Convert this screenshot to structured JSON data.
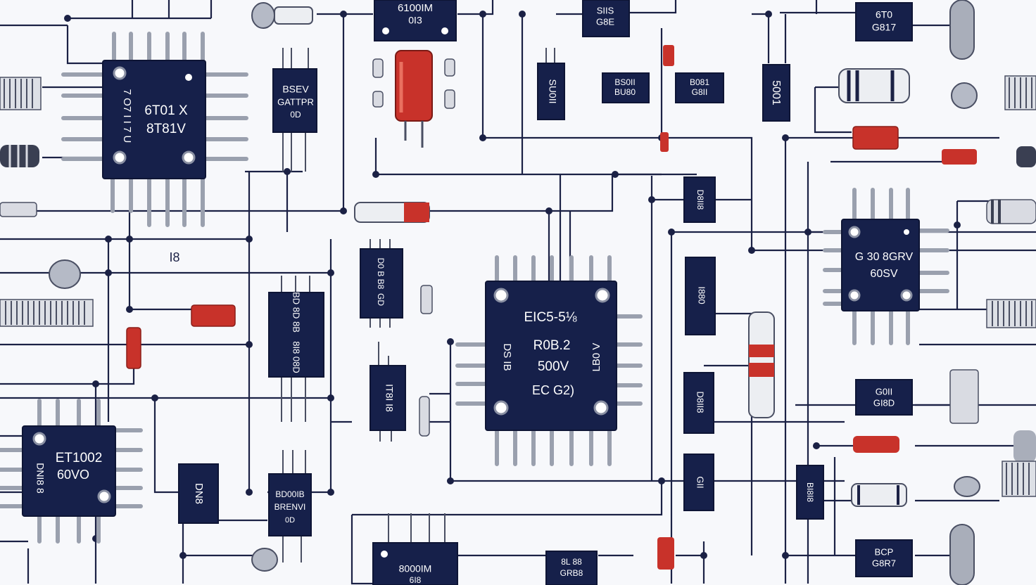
{
  "colors": {
    "background": "#f7f8fb",
    "wire": "#1b2145",
    "chip": "#16204a",
    "chip_text": "#ffffff",
    "resistor_red": "#c8322a",
    "metal": "#9aa0ae"
  },
  "ics": {
    "top_left": {
      "lines": [
        "6T01 X",
        "8T81V"
      ],
      "side": "7 O7 I I 7 U"
    },
    "center": {
      "title": "EIC5-5⅛",
      "lines": [
        "R0B.2",
        "500V",
        "EC  G2)"
      ],
      "side_left": "DS IB",
      "side_right": "LB0 V"
    },
    "bottom_left": {
      "lines": [
        "ET1002",
        "60VO"
      ],
      "side": "DNI8 8"
    },
    "right": {
      "lines": [
        "G 30 8GRV",
        "60SV"
      ]
    }
  },
  "labels": {
    "top_center": [
      "6100IM",
      "0I3"
    ],
    "top_c2": [
      "SIIS",
      "G8E"
    ],
    "top_right": [
      "6T0",
      "G817"
    ],
    "bsev": [
      "BSEV",
      "GATTPR",
      "0D"
    ],
    "mid_a": [
      "BS0II",
      "BU80"
    ],
    "mid_b": [
      "B081",
      "G8II"
    ],
    "v5": "5001",
    "v_left": "SU0II",
    "v_small": "D8II8",
    "mid_left1": [
      "D0 B",
      "B8",
      "GD"
    ],
    "dual_top": "BD 8D 8B",
    "dual_bot": "8I8 08D",
    "v_mid": "IT8I I8",
    "v_right1": "I880",
    "v_right2": "D8II8",
    "v_right3": "GII",
    "bottom_a": "DN8",
    "bottom_b": [
      "BD00IB",
      "BRENVI",
      "0D"
    ],
    "bottom_c": [
      "8000IM",
      "6I8"
    ],
    "bottom_d": [
      "8L 88",
      "GRB8"
    ],
    "bottom_e": [
      "BCP",
      "G8R7"
    ],
    "right_mid": [
      "G0II",
      "GI8D"
    ],
    "right_v": "BI8I8",
    "pinlabel": "I8"
  }
}
